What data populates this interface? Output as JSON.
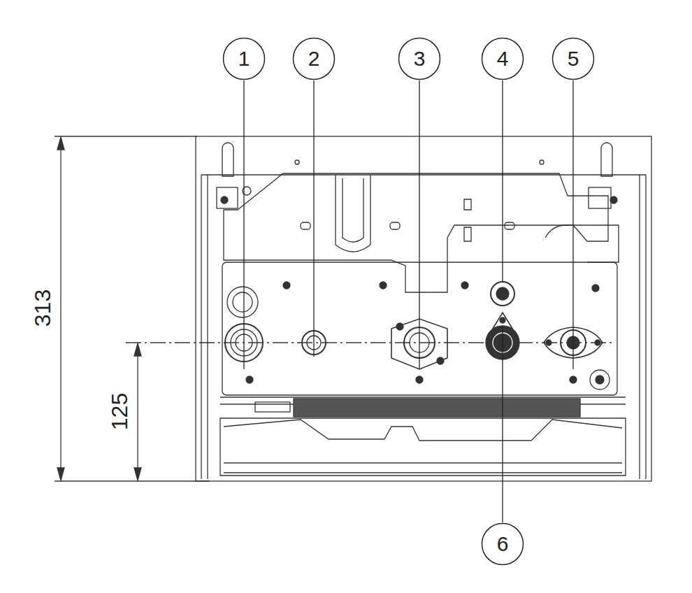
{
  "diagram": {
    "nodes": [
      {
        "text": [
          "1"
        ]
      },
      {
        "text": [
          "2"
        ]
      },
      {
        "text": [
          "3"
        ]
      },
      {
        "text": [
          "4"
        ]
      },
      {
        "text": [
          "5"
        ]
      },
      {
        "text": [
          "6"
        ]
      }
    ],
    "labels": [
      "313",
      "125"
    ]
  }
}
